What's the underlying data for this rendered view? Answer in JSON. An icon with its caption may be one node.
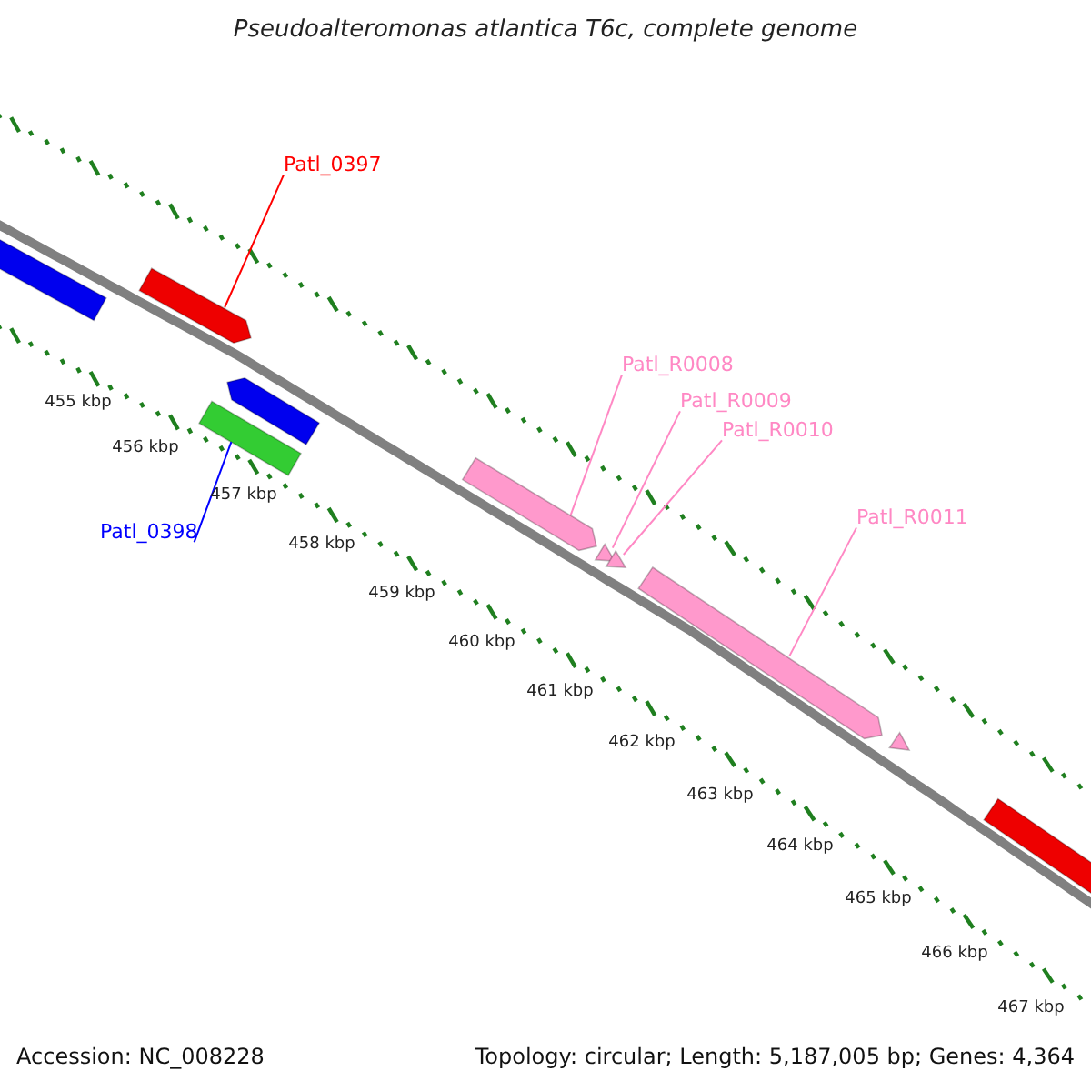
{
  "diagram": {
    "title": "Pseudoalteromonas atlantica T6c, complete genome",
    "nodes": [
      {
        "text": [
          "Patl_0397"
        ]
      },
      {
        "text": [],
        "shape": "bar"
      },
      {
        "text": [],
        "shape": "bar"
      },
      {
        "text": [],
        "shape": "bar"
      },
      {
        "text": [],
        "shape": "bar"
      },
      {
        "text": [
          "Patl_0398"
        ]
      },
      {
        "text": [
          "Patl_R0008"
        ]
      },
      {
        "text": [
          "Patl_R0009"
        ]
      },
      {
        "text": [
          "Patl_R0010"
        ]
      },
      {
        "text": [],
        "shape": "bar"
      },
      {
        "text": [],
        "shape": "triangle"
      },
      {
        "text": [],
        "shape": "triangle"
      },
      {
        "text": [
          "Patl_R0011"
        ]
      },
      {
        "text": [],
        "shape": "bar"
      },
      {
        "text": [],
        "shape": "triangle"
      },
      {
        "text": [],
        "shape": "bar"
      }
    ],
    "edges": [
      {
        "from": 0,
        "to": 2,
        "arrow": "none",
        "color": "#ff0000"
      },
      {
        "from": 5,
        "to": 4,
        "arrow": "none",
        "color": "#0000ff"
      },
      {
        "from": 6,
        "to": 9,
        "arrow": "none"
      },
      {
        "from": 7,
        "to": 10,
        "arrow": "none"
      },
      {
        "from": 8,
        "to": 11,
        "arrow": "none"
      },
      {
        "from": 12,
        "to": 13,
        "arrow": "none"
      }
    ],
    "labels": [
      "455 kbp",
      "456 kbp",
      "457 kbp",
      "458 kbp",
      "459 kbp",
      "460 kbp",
      "461 kbp",
      "462 kbp",
      "463 kbp",
      "464 kbp",
      "465 kbp",
      "466 kbp",
      "467 kbp",
      "Accession: NC_008228",
      "Topology: circular; Length: 5,187,005 bp; Genes: 4,364"
    ]
  }
}
